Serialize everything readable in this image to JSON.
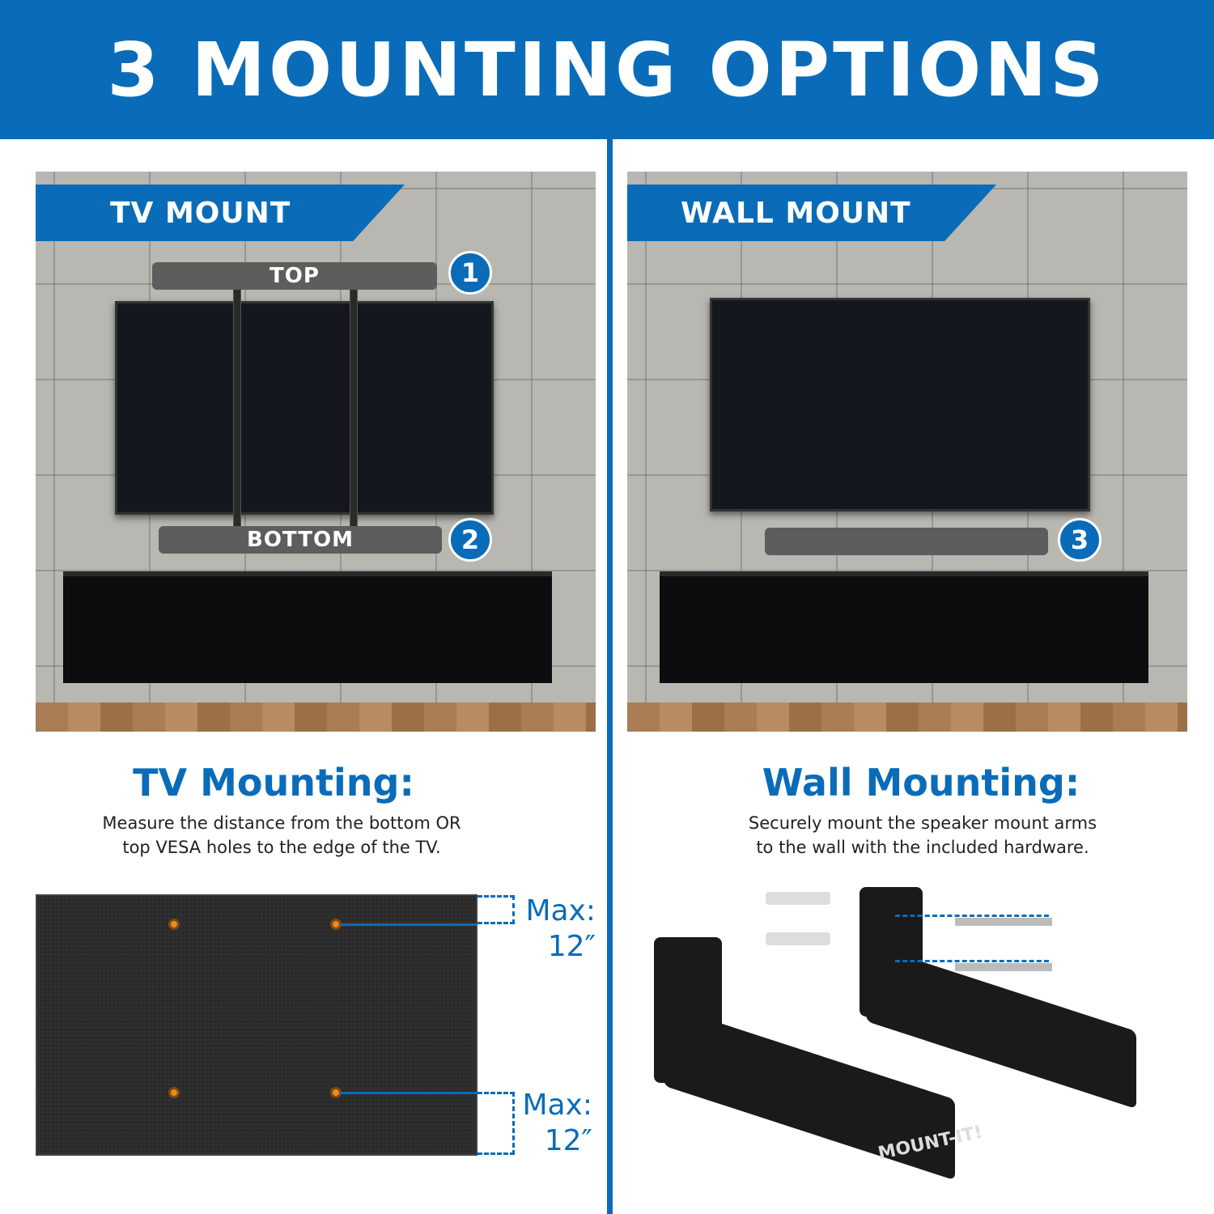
{
  "header": {
    "title": "3 MOUNTING OPTIONS"
  },
  "left": {
    "banner": "TV MOUNT",
    "top_label": "TOP",
    "bottom_label": "BOTTOM",
    "badge_top": "1",
    "badge_bottom": "2",
    "title": "TV Mounting:",
    "desc_line1": "Measure the distance from the bottom OR",
    "desc_line2": "top VESA holes to the edge of the TV.",
    "max_top": "Max:",
    "max_top_val": "12″",
    "max_bottom": "Max:",
    "max_bottom_val": "12″"
  },
  "right": {
    "banner": "WALL MOUNT",
    "badge": "3",
    "title": "Wall Mounting:",
    "desc_line1": "Securely mount the speaker mount arms",
    "desc_line2": "to the wall with the included hardware.",
    "logo": "MOUNT-IT!"
  },
  "colors": {
    "brand_blue": "#0a6cb8",
    "vesa_hole": "#f08a1c"
  }
}
